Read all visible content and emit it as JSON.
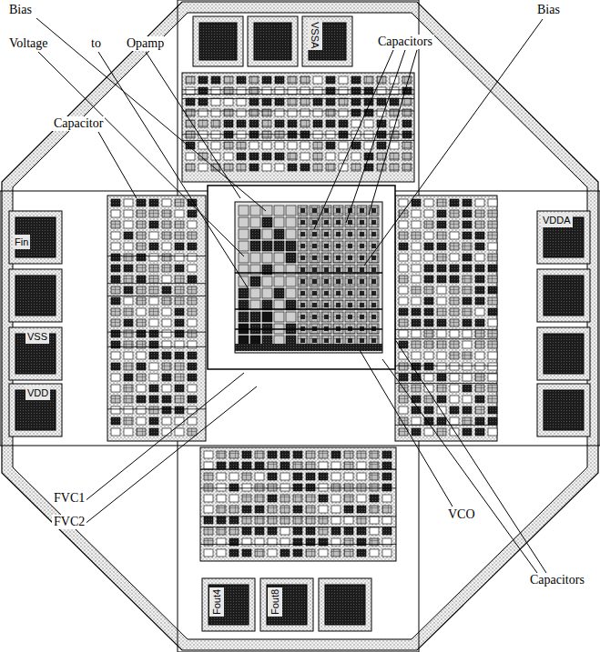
{
  "diagram": {
    "labels": [
      "Bias",
      "Voltage",
      "to",
      "Opamp",
      "Capacitors",
      "Bias",
      "Capacitor",
      "VSSA",
      "VDDA",
      "Fin",
      "VSS",
      "VDD",
      "FVC1",
      "FVC2",
      "VCO",
      "Capacitors",
      "Fout4",
      "Fout8"
    ]
  }
}
